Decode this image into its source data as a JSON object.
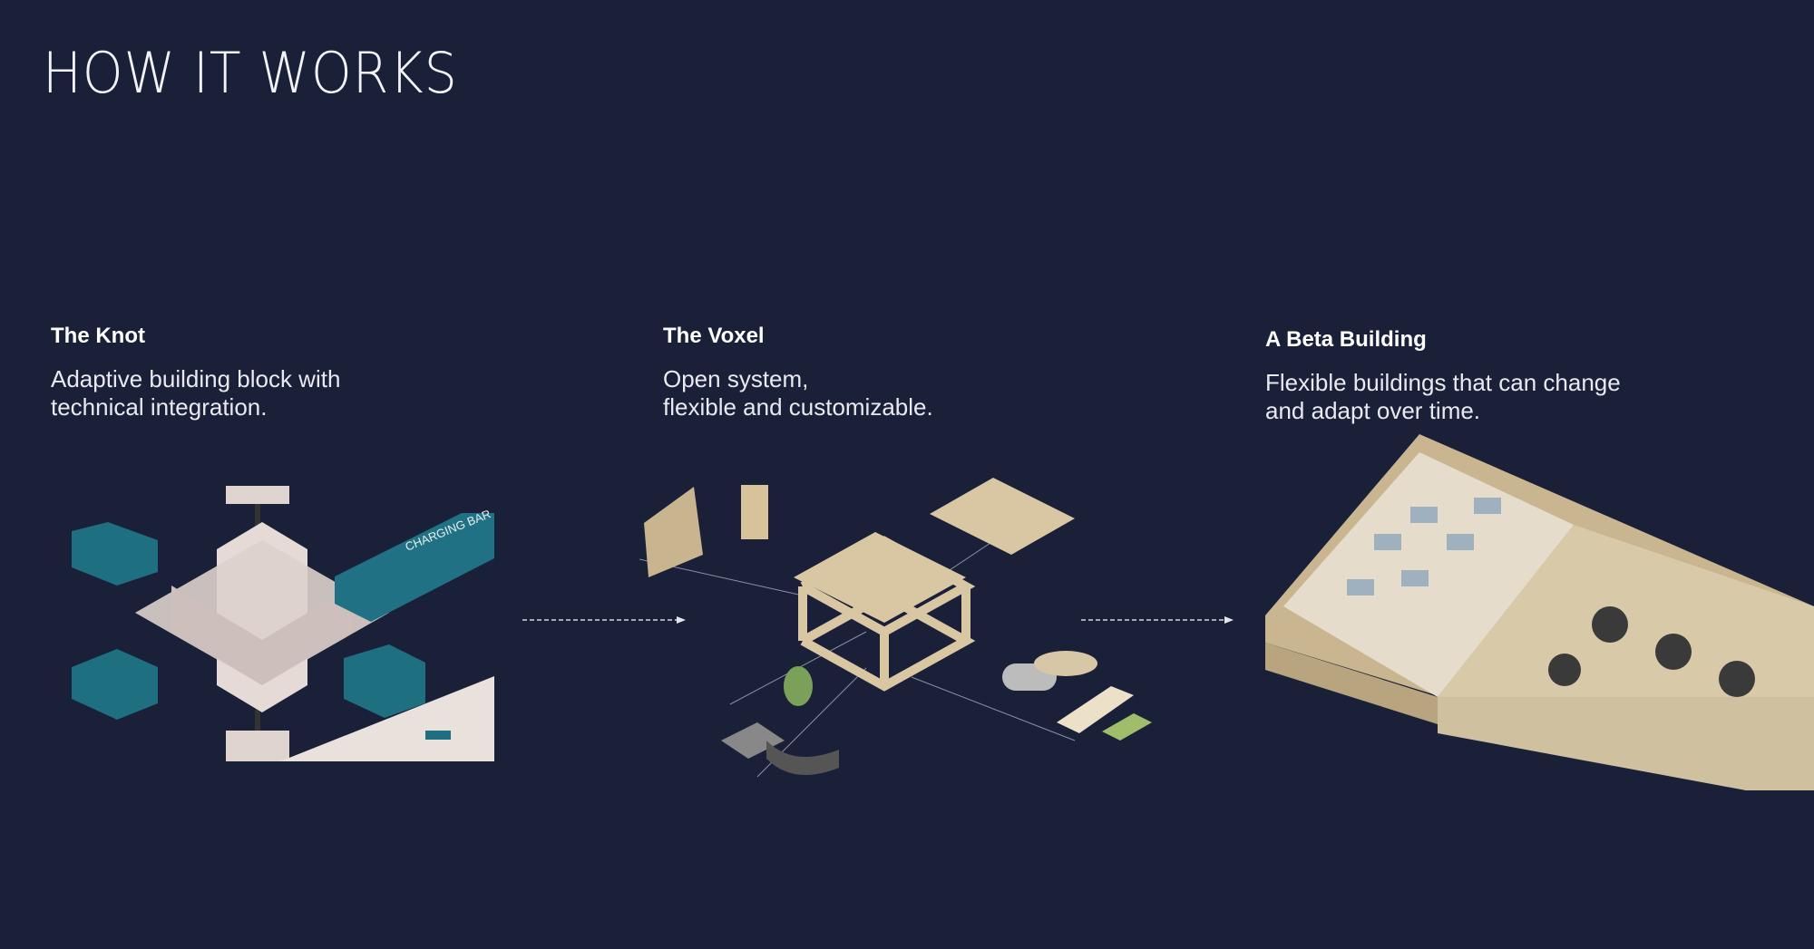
{
  "page": {
    "title": "HOW IT WORKS"
  },
  "steps": [
    {
      "heading": "The Knot",
      "description": "Adaptive building block with\ntechnical integration.",
      "image_label": "CHARGING BAR"
    },
    {
      "heading": "The Voxel",
      "description": "Open system,\nflexible and customizable."
    },
    {
      "heading": "A Beta Building",
      "description": "Flexible buildings that can change\nand adapt over time."
    }
  ],
  "colors": {
    "background": "#1a2038",
    "teal": "#1e6f80",
    "wood": "#d8c6a6"
  }
}
